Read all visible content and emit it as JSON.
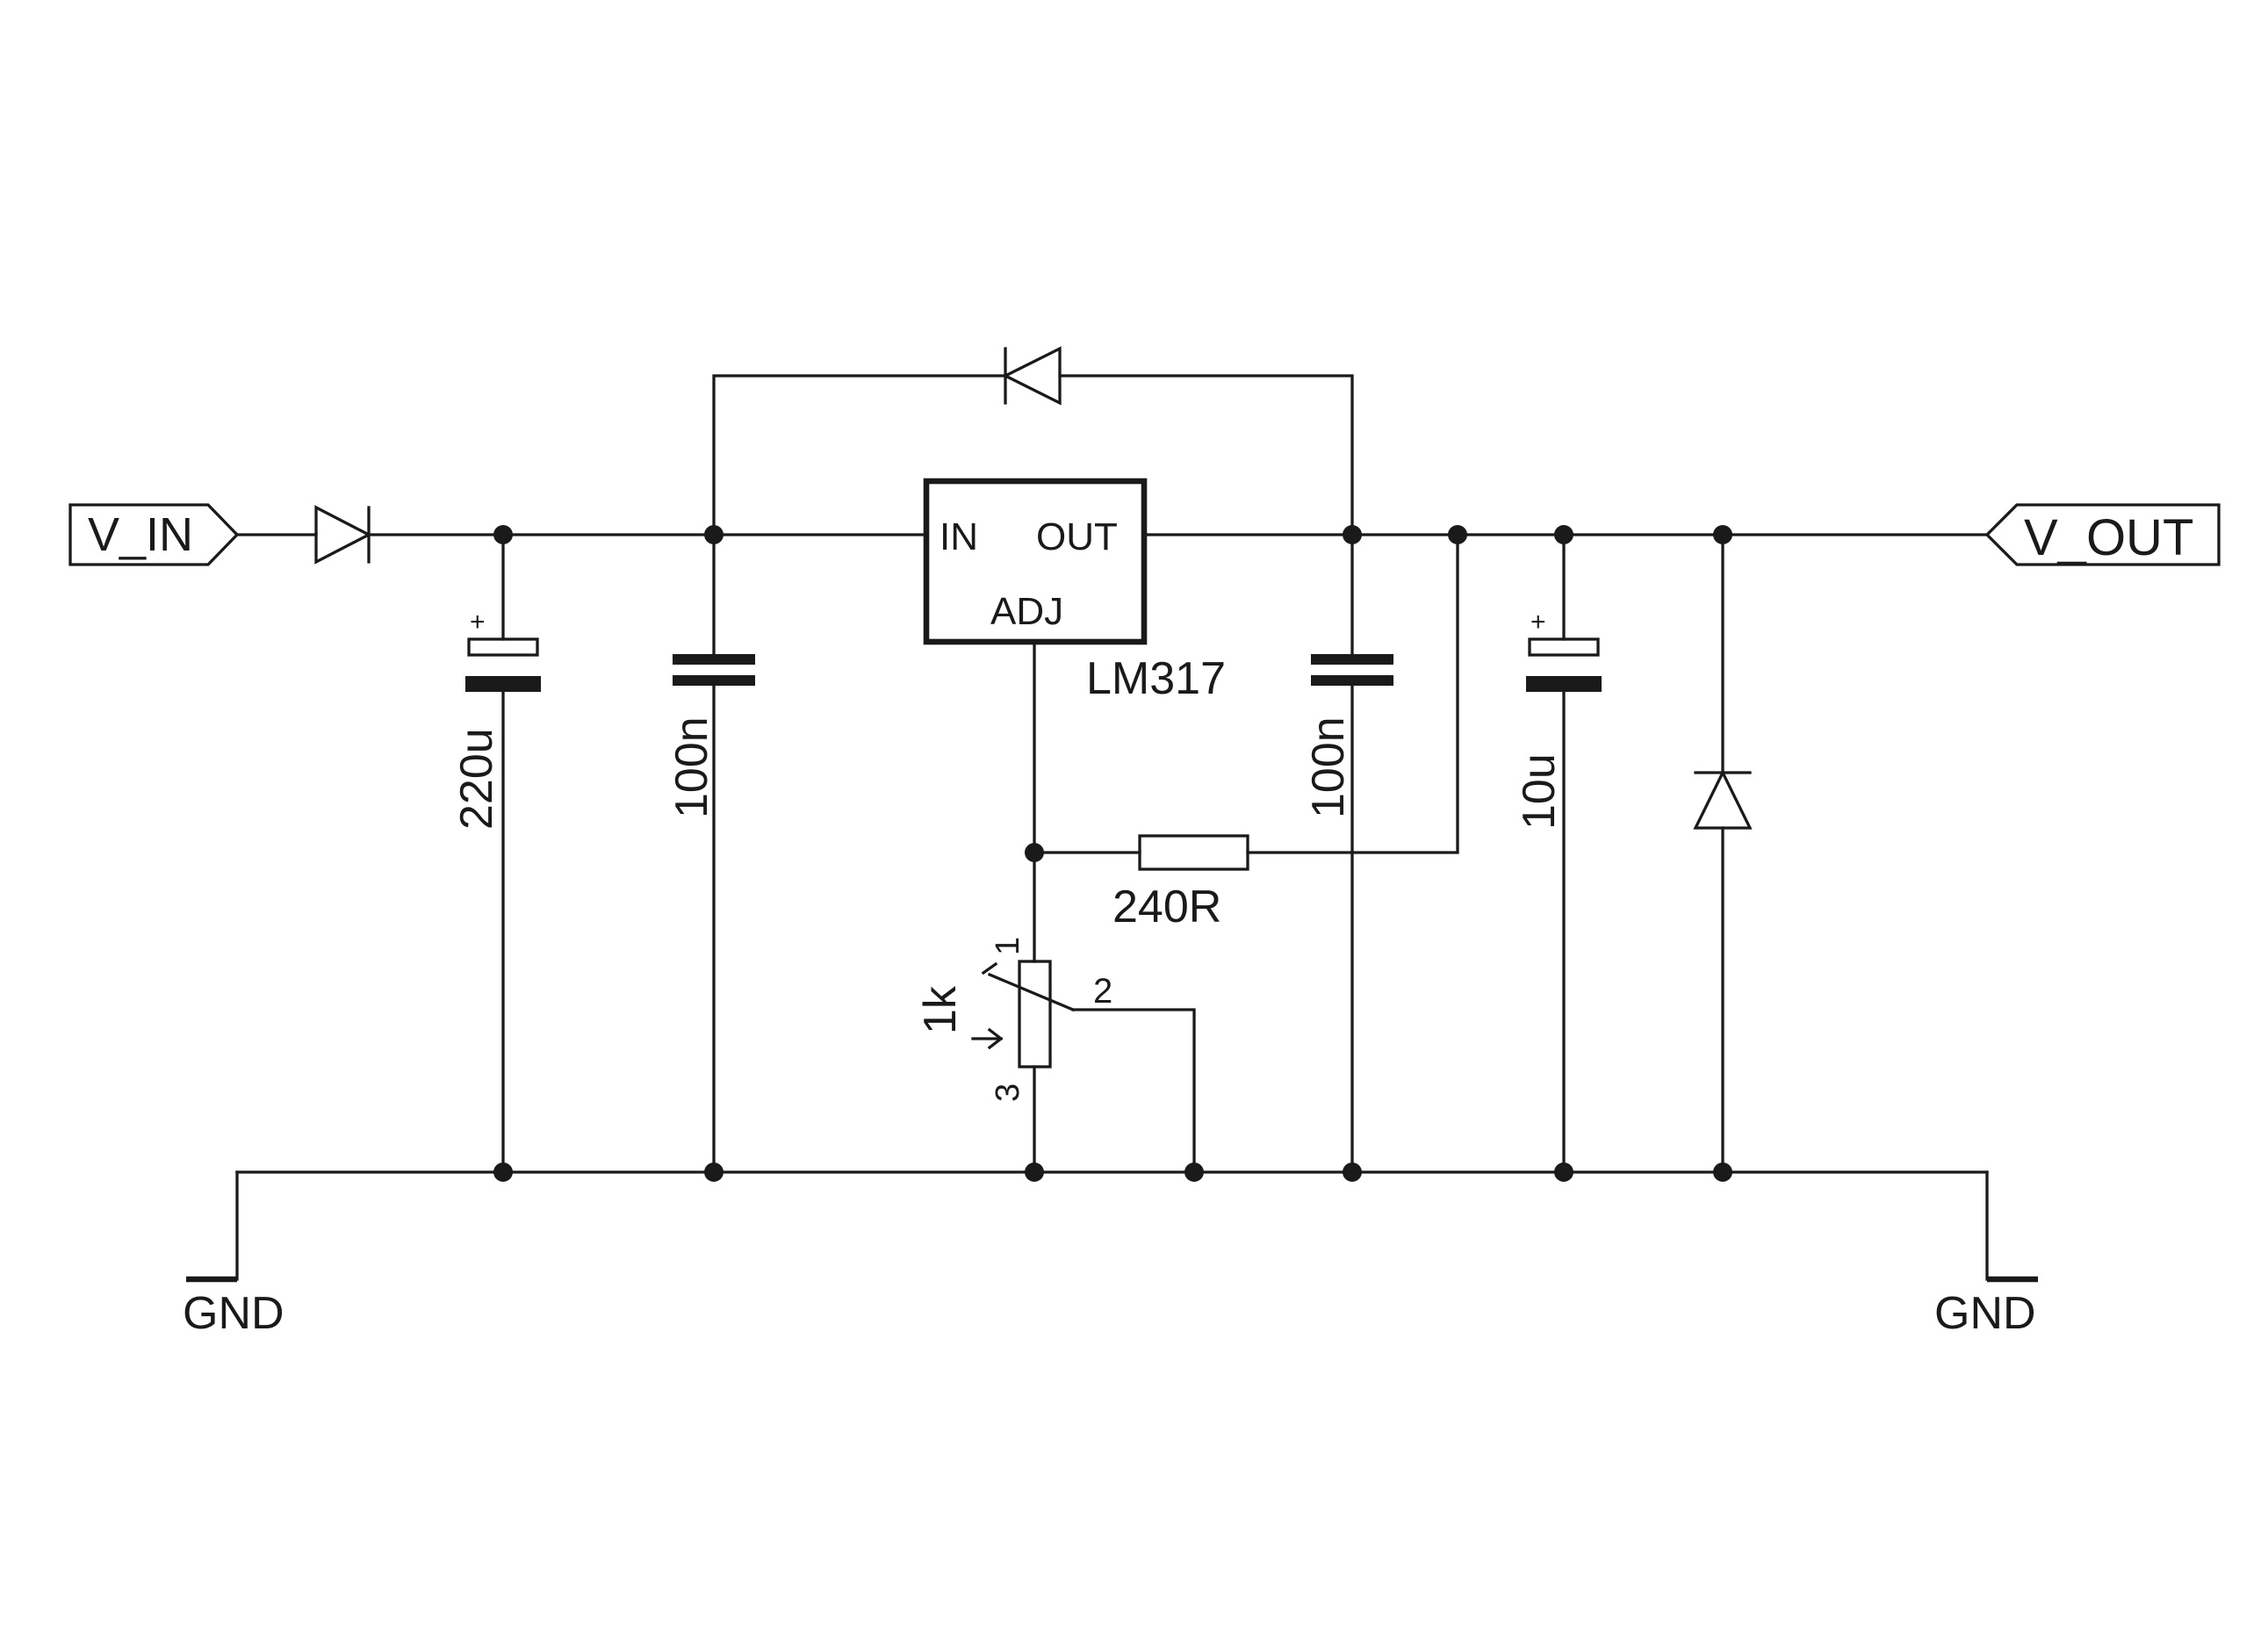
{
  "ports": {
    "input": "V_IN",
    "output": "V_OUT"
  },
  "regulator": {
    "name": "LM317",
    "pin_in": "IN",
    "pin_out": "OUT",
    "pin_adj": "ADJ"
  },
  "components": {
    "c_in_electrolytic": "220u",
    "c_in_ceramic": "100n",
    "c_out_ceramic": "100n",
    "c_out_electrolytic": "10u",
    "resistor": "240R",
    "potentiometer": "1k"
  },
  "potentiometer_pins": {
    "pin1": "1",
    "pin2": "2",
    "pin3": "3"
  },
  "polarity": {
    "c1": "+",
    "c2": "+"
  },
  "ground": {
    "left": "GND",
    "right": "GND"
  },
  "colors": {
    "ink": "#1a1a1a",
    "background": "#ffffff"
  }
}
